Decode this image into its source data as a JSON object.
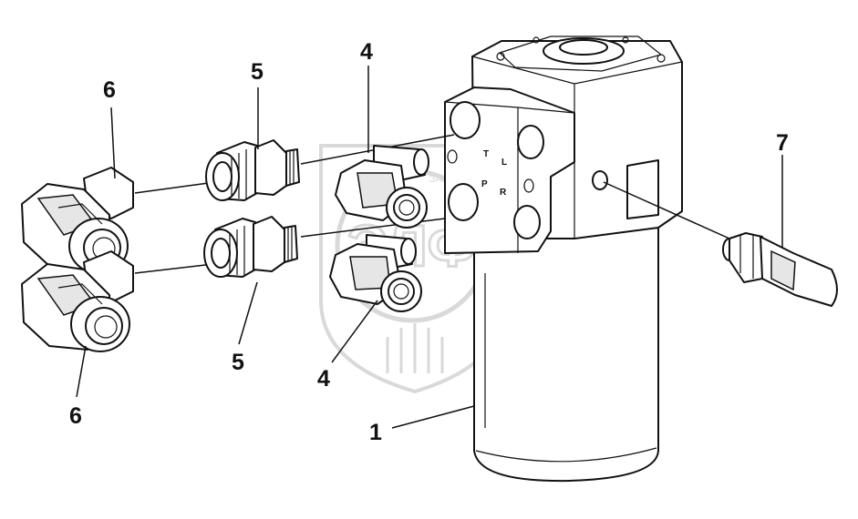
{
  "callouts": {
    "c1": "1",
    "c4a": "4",
    "c4b": "4",
    "c5a": "5",
    "c5b": "5",
    "c6a": "6",
    "c6b": "6",
    "c7": "7"
  },
  "port_labels": {
    "t": "T",
    "l": "L",
    "p": "P",
    "r": "R"
  },
  "watermark": {
    "text": "ЗАПЧАСТИ",
    "logo": "ЭЛФ"
  }
}
